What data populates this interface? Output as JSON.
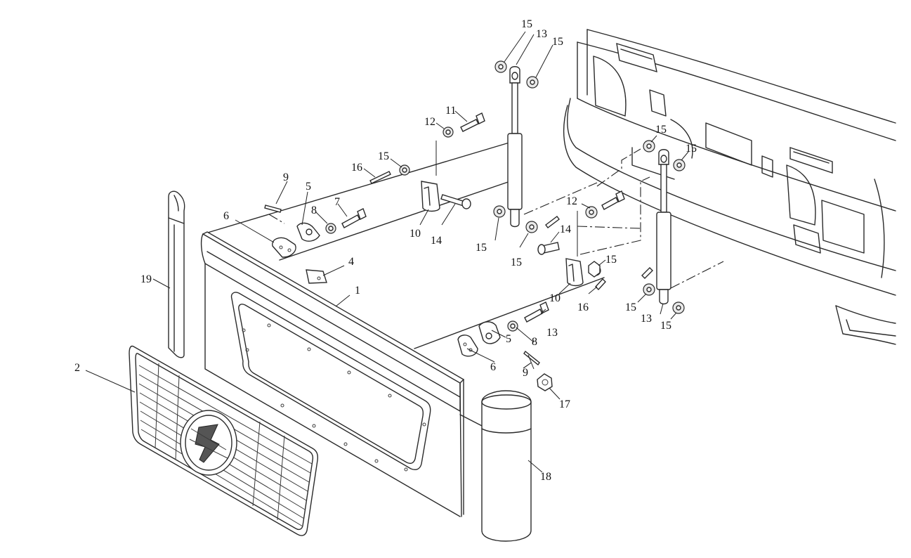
{
  "diagram": {
    "callouts": [
      "1",
      "2",
      "4",
      "5",
      "5",
      "6",
      "6",
      "7",
      "8",
      "8",
      "9",
      "9",
      "10",
      "10",
      "11",
      "12",
      "12",
      "13",
      "13",
      "13",
      "14",
      "14",
      "15",
      "15",
      "15",
      "15",
      "15",
      "15",
      "15",
      "15",
      "15",
      "15",
      "16",
      "16",
      "17",
      "18",
      "19"
    ]
  }
}
